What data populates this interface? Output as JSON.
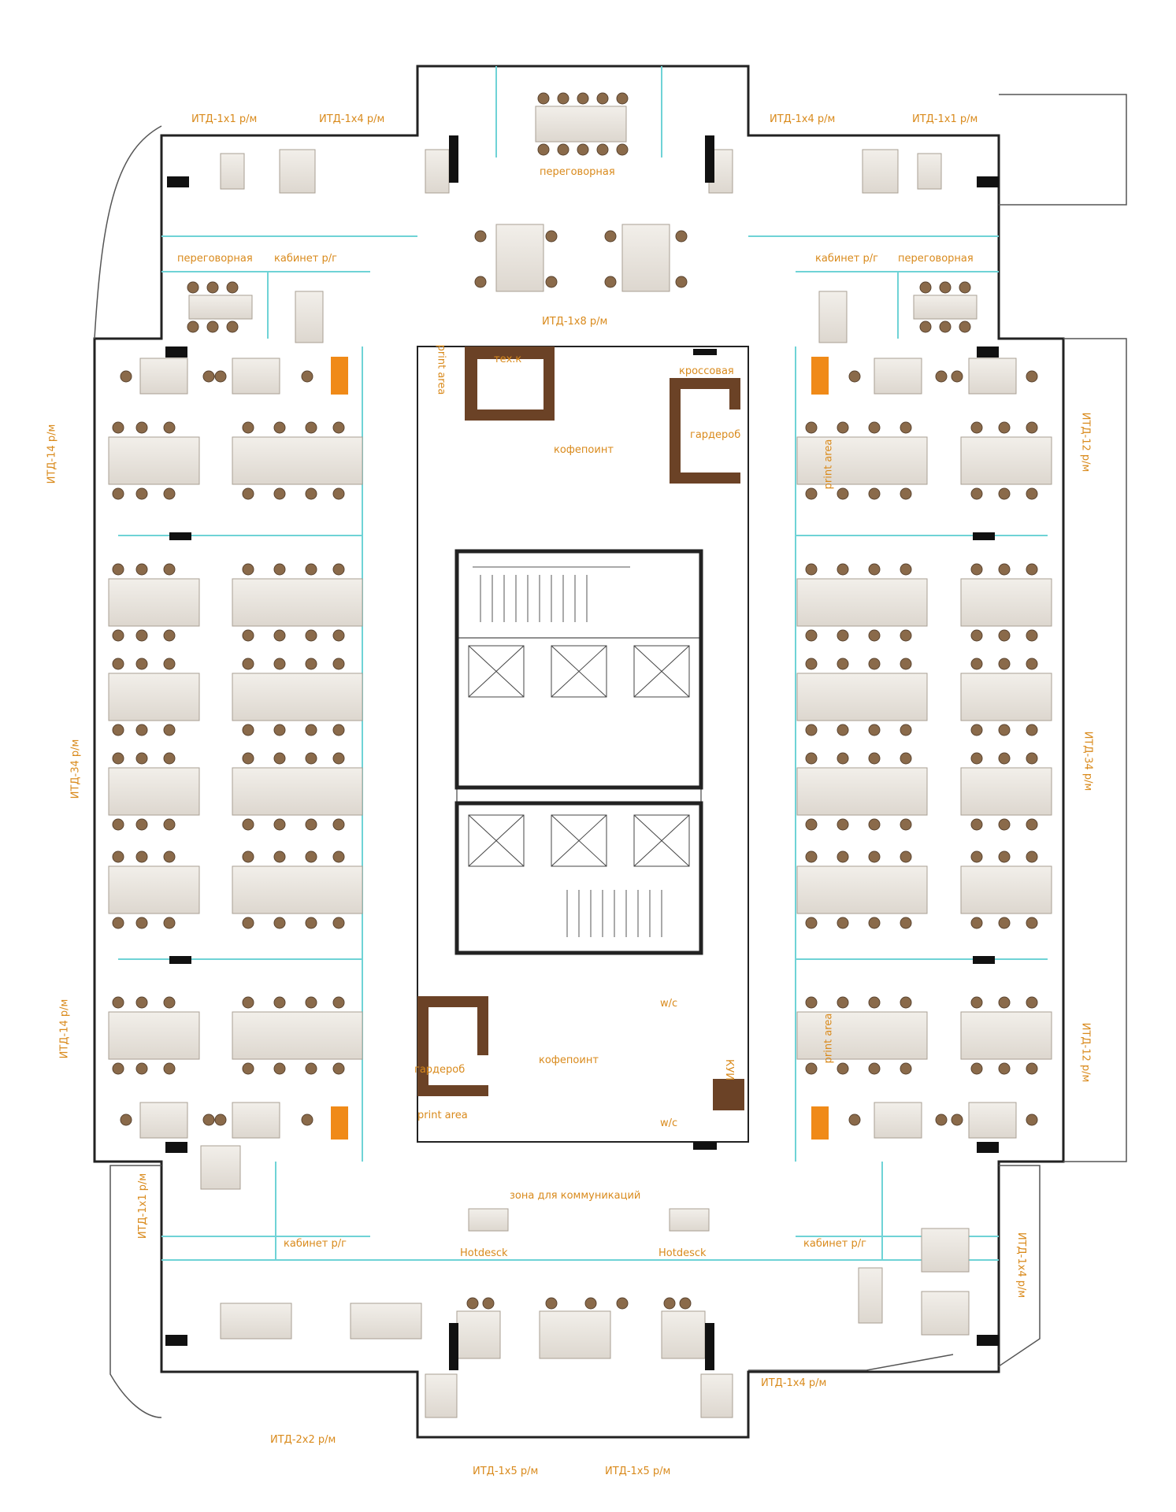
{
  "labels": {
    "ita_1x1_tl": "ИТД-1х1 р/м",
    "ita_1x4_tl": "ИТД-1х4 р/м",
    "ita_1x4_tr": "ИТД-1х4 р/м",
    "ita_1x1_tr": "ИТД-1х1 р/м",
    "meeting_top": "переговорная",
    "meeting_left": "переговорная",
    "office_left": "кабинет р/г",
    "office_right": "кабинет р/г",
    "meeting_right": "переговорная",
    "ita_1x8": "ИТД-1х8 р/м",
    "tech": "тех.к",
    "print_area_top_left": "print area",
    "kitchen_top": "кофепоинт",
    "locker": "кроссовая",
    "wardrobe_top": "гардероб",
    "print_area_right_top": "print area",
    "ita_14_left_top": "ИТД-14 р/м",
    "ita_34_left": "ИТД-34 р/м",
    "ita_14_left_bottom": "ИТД-14 р/м",
    "ita_12_right_top": "ИТД-12 р/м",
    "ita_34_right": "ИТД-34 р/м",
    "ita_12_right_bottom": "ИТД-12 р/м",
    "wc_top": "w/c",
    "kitchen_bottom": "кофепоинт",
    "kui": "КУИ",
    "wardrobe_bottom": "гардероб",
    "print_area_bottom": "print area",
    "wc_bottom": "w/c",
    "print_area_right_bottom": "print area",
    "communication_zone": "зона для коммуникаций",
    "hotdesk_left": "Hotdesck",
    "hotdesk_right": "Hotdesck",
    "office_bottom_left": "кабинет р/г",
    "office_bottom_right": "кабинет р/г",
    "ita_1x1_bl": "ИТД-1х1 р/м",
    "ita_1x4_br": "ИТД-1х4 р/м",
    "ita_1x4_bottom": "ИТД-1х4 р/м",
    "ita_2x2": "ИТД-2х2 р/м",
    "ita_1x5_left": "ИТД-1х5 р/м",
    "ita_1x5_right": "ИТД-1х5 р/м"
  },
  "colors": {
    "wall": "#222222",
    "desk": "#e9e5df",
    "chair": "#8a6a4a",
    "partition": "#6fd3d6",
    "label": "#d98a1c",
    "wood": "#6b4226",
    "accent": "#f08a18"
  }
}
